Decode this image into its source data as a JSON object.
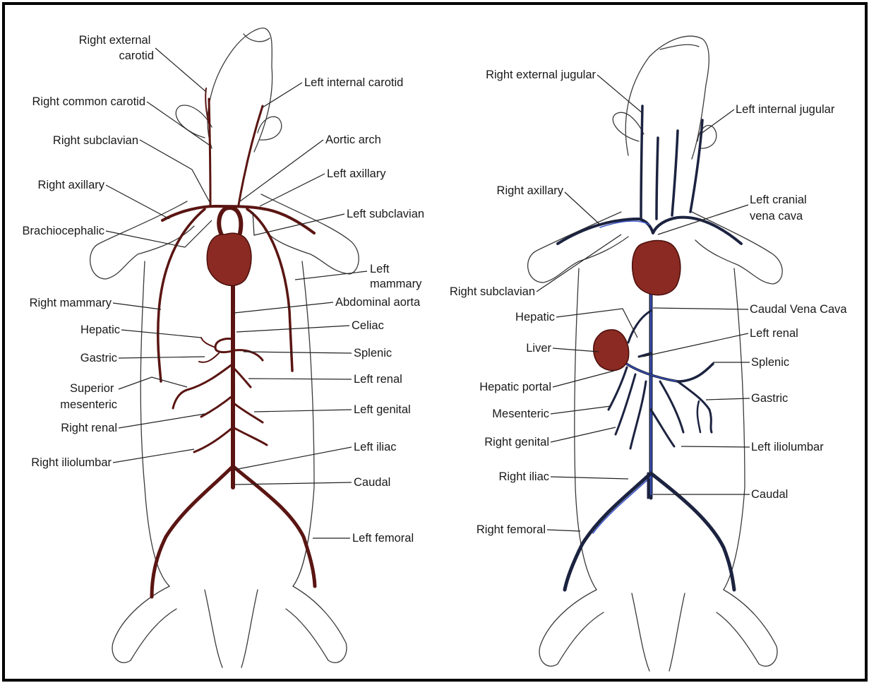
{
  "colors": {
    "frame": "#000000",
    "artery": "#6b1a16",
    "vein": "#1c2340",
    "vein_highlight": "#3b55c8",
    "heart": "#8a2a22",
    "liver": "#7a2520",
    "outline": "#3a3a3a"
  },
  "arterial": {
    "left_labels": [
      "Right external carotid",
      "Right common carotid",
      "Right subclavian",
      "Right axillary",
      "Brachiocephalic",
      "Right mammary",
      "Hepatic",
      "Gastric",
      "Superior mesenteric",
      "Right renal",
      "Right iliolumbar"
    ],
    "right_labels": [
      "Left internal carotid",
      "Aortic arch",
      "Left axillary",
      "Left subclavian",
      "Left mammary",
      "Abdominal aorta",
      "Celiac",
      "Splenic",
      "Left renal",
      "Left genital",
      "Left iliac",
      "Caudal",
      "Left femoral"
    ]
  },
  "venous": {
    "left_labels": [
      "Right external jugular",
      "Right axillary",
      "Right subclavian",
      "Hepatic",
      "Liver",
      "Hepatic portal",
      "Mesenteric",
      "Right genital",
      "Right iliac",
      "Right femoral"
    ],
    "right_labels": [
      "Left internal jugular",
      "Left cranial vena cava",
      "Caudal Vena Cava",
      "Left renal",
      "Splenic",
      "Gastric",
      "Left iliolumbar",
      "Caudal"
    ]
  }
}
